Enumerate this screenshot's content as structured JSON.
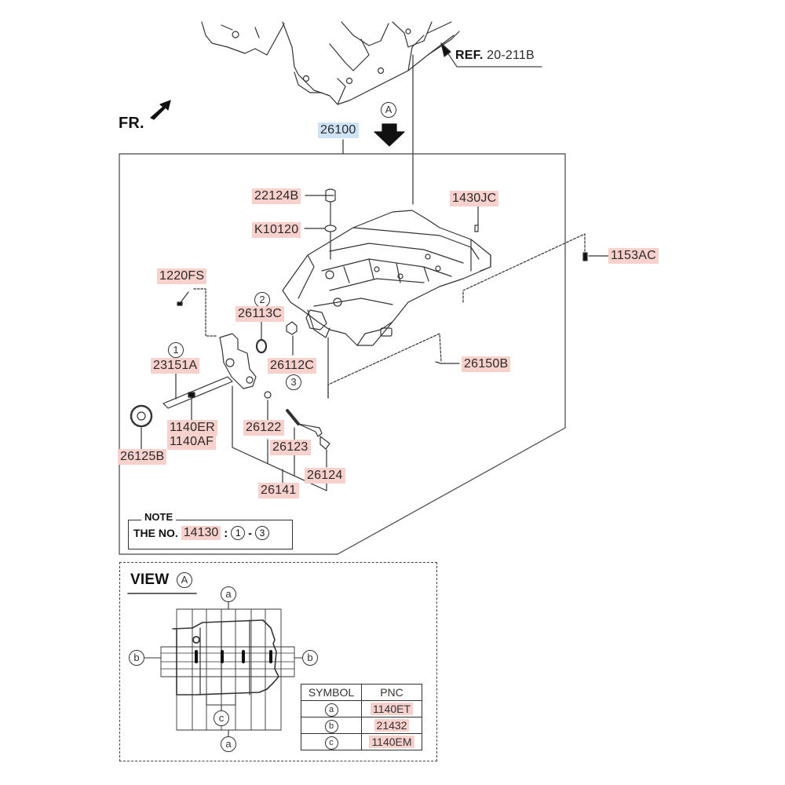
{
  "reference": {
    "prefix": "REF.",
    "code": "20-211B"
  },
  "front_indicator": {
    "label": "FR.",
    "icon": "front-arrow-icon"
  },
  "view_marker": {
    "label": "A",
    "icon": "view-direction-arrow-icon"
  },
  "assembly": {
    "pnc": "26100",
    "selected": true
  },
  "parts": [
    {
      "pnc": "22124B"
    },
    {
      "pnc": "K10120"
    },
    {
      "pnc": "1430JC"
    },
    {
      "pnc": "1153AC"
    },
    {
      "pnc": "1220FS"
    },
    {
      "pnc": "26113C",
      "marker": "2"
    },
    {
      "pnc": "26112C",
      "marker": "3"
    },
    {
      "pnc": "23151A",
      "marker": "1"
    },
    {
      "pnc": "26150B"
    },
    {
      "pnc": "1140ER"
    },
    {
      "pnc": "1140AF"
    },
    {
      "pnc": "26122"
    },
    {
      "pnc": "26123"
    },
    {
      "pnc": "26125B"
    },
    {
      "pnc": "26124"
    },
    {
      "pnc": "26141"
    }
  ],
  "note": {
    "title": "NOTE",
    "prefix": "THE NO.",
    "pnc": "14130",
    "separator": ":",
    "range_start": "1",
    "range_dash": "-",
    "range_end": "3"
  },
  "view_a": {
    "title": "VIEW",
    "marker": "A",
    "callouts": {
      "top": "a",
      "bottom": "a",
      "left": "b",
      "right": "b",
      "center": "c"
    },
    "symbol_table": {
      "headers": [
        "SYMBOL",
        "PNC"
      ],
      "rows": [
        {
          "symbol": "a",
          "pnc": "1140ET"
        },
        {
          "symbol": "b",
          "pnc": "21432"
        },
        {
          "symbol": "c",
          "pnc": "1140EM"
        }
      ]
    }
  }
}
